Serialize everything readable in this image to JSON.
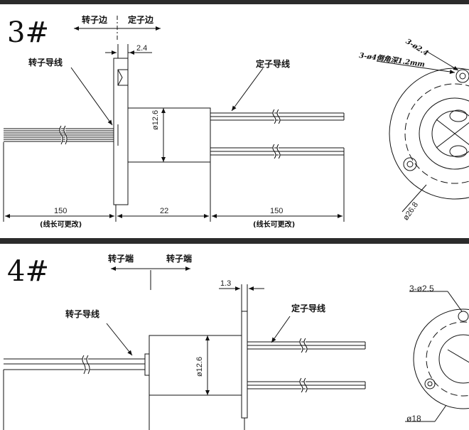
{
  "panel3": {
    "number": "3#",
    "direction_left": "转子边",
    "direction_right": "定子边",
    "rotor_wire_label": "转子导线",
    "stator_wire_label": "定子导线",
    "flange_thickness": "2.4",
    "body_diameter": "ø12.6",
    "rotor_wire_length": "150",
    "body_length": "22",
    "stator_wire_length": "150",
    "variable_note_left": "(线长可更改)",
    "variable_note_right": "(线长可更改)",
    "mount_holes_note": "3-ø2.4",
    "chamfer_note": "3-ø4倒角深1.2mm",
    "flange_diameter": "ø26.8"
  },
  "panel4": {
    "number": "4#",
    "direction_left": "转子端",
    "direction_right": "转子端",
    "rotor_wire_label": "转子导线",
    "stator_wire_label": "定子导线",
    "flange_thickness": "1.3",
    "body_diameter": "ø12.6",
    "mount_holes_note": "3-ø2.5",
    "flange_diameter": "ø18"
  },
  "colors": {
    "band": "#2b2b2b",
    "ink": "#111111"
  }
}
